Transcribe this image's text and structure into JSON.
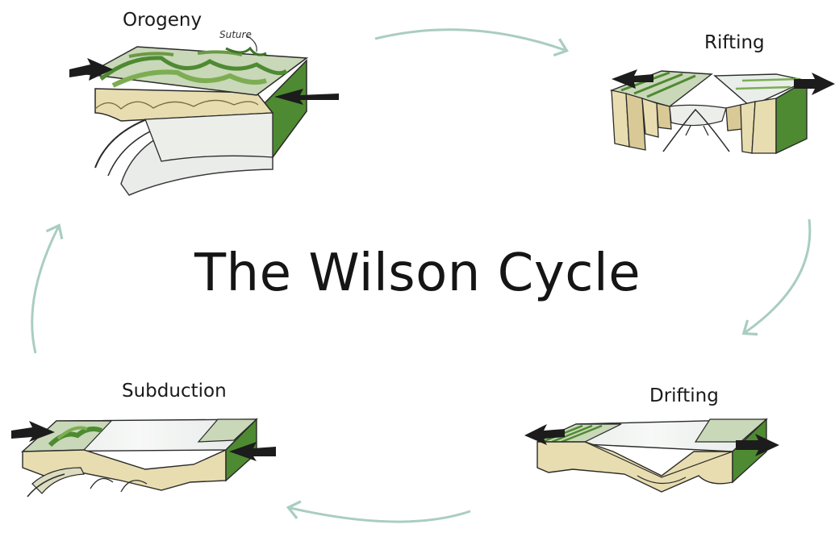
{
  "title": "The Wilson Cycle",
  "stages": {
    "orogeny": "Orogeny",
    "suture": "Suture",
    "rifting": "Rifting",
    "drifting": "Drifting",
    "subduction": "Subduction"
  },
  "colors": {
    "cycle_arrow": "#a9cdc2",
    "crust_tan": "#e8ddb0",
    "crust_green": "#7dad52",
    "crust_dark_green": "#4e8a32",
    "ocean_floor": "#eef1ee",
    "plate_arrow": "#1c1c1c"
  }
}
